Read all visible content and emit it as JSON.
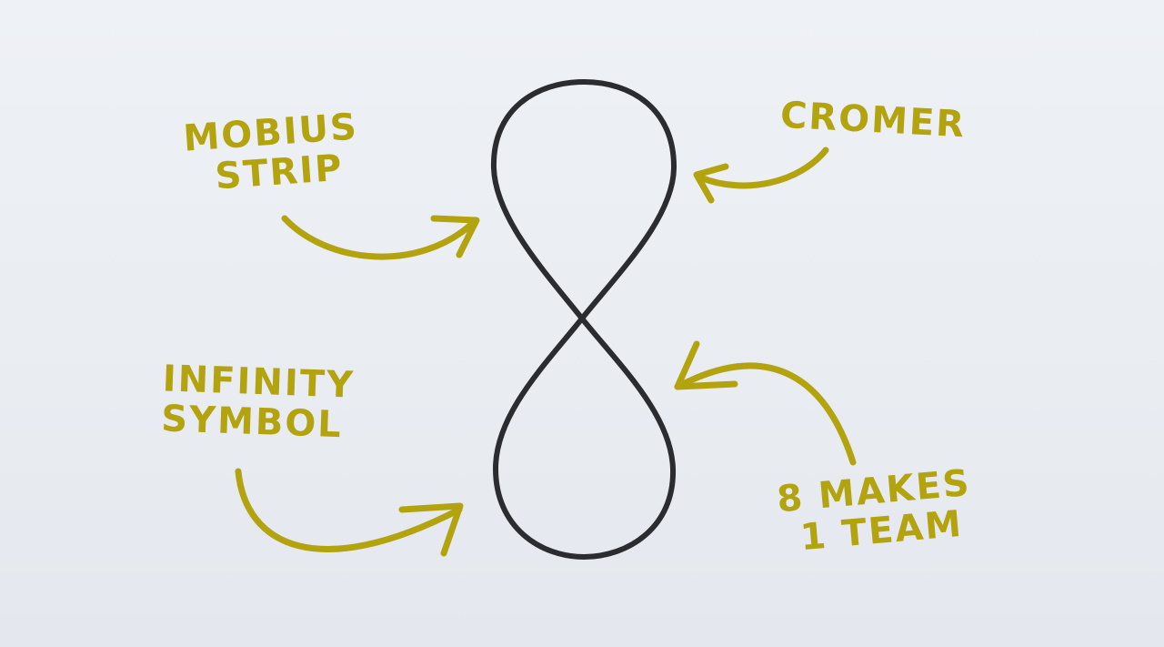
{
  "colors": {
    "background": "#eceff3",
    "figure_stroke": "#2b2c30",
    "annotation": "#b3a30f"
  },
  "center_figure": {
    "shape": "figure-eight",
    "icon": "figure-eight-loop"
  },
  "labels": {
    "mobius": {
      "line1": "MOBIUS",
      "line2": "STRIP"
    },
    "cromer": {
      "line1": "CROMER"
    },
    "infinity": {
      "line1": "INFINITY",
      "line2": "SYMBOL"
    },
    "team": {
      "line1": "8 MAKES",
      "line2": "1 TEAM"
    }
  }
}
